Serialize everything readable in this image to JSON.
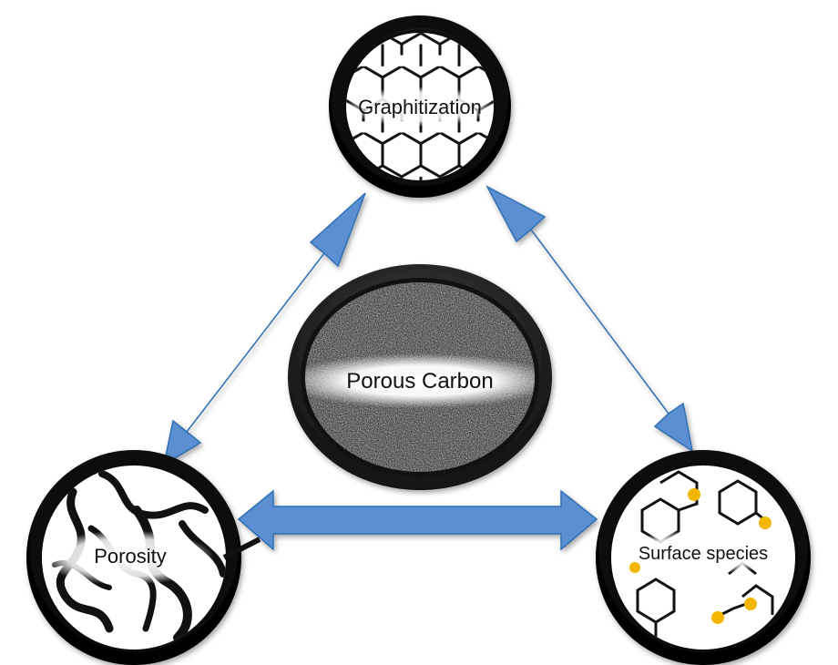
{
  "diagram": {
    "center": {
      "label": "Porous Carbon"
    },
    "nodes": {
      "top": {
        "label": "Graphitization"
      },
      "left": {
        "label": "Porosity"
      },
      "right": {
        "label": "Surface species"
      }
    }
  },
  "colors": {
    "arrow": "#5b8fd1",
    "arrow_stroke": "#2f6fb5",
    "ring": "#0a0a0a",
    "functional_group": "#f2b600"
  }
}
